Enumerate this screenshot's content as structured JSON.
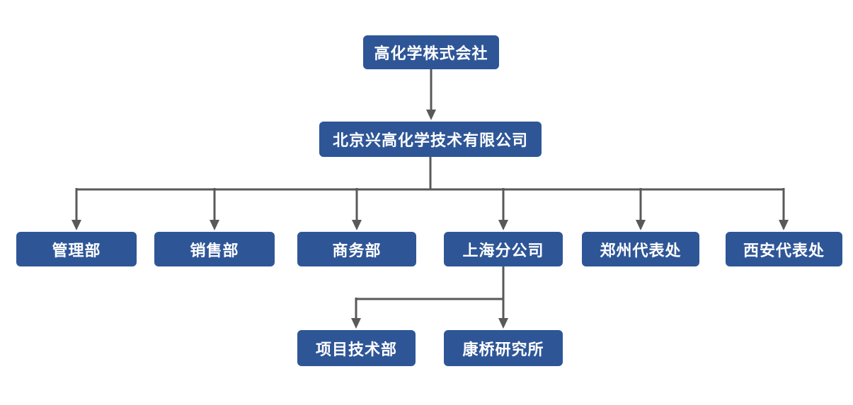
{
  "colors": {
    "node_fill": "#2E5697",
    "node_text": "#FFFFFF",
    "connector": "#595959",
    "background": "#FFFFFF"
  },
  "org": {
    "type": "org-chart",
    "nodes": [
      {
        "id": "root",
        "label": "高化学株式会社",
        "level": 1,
        "parent": null
      },
      {
        "id": "company",
        "label": "北京兴高化学技术有限公司",
        "level": 2,
        "parent": "root"
      },
      {
        "id": "admin-dept",
        "label": "管理部",
        "level": 3,
        "parent": "company"
      },
      {
        "id": "sales-dept",
        "label": "销售部",
        "level": 3,
        "parent": "company"
      },
      {
        "id": "business-dept",
        "label": "商务部",
        "level": 3,
        "parent": "company"
      },
      {
        "id": "shanghai-branch",
        "label": "上海分公司",
        "level": 3,
        "parent": "company"
      },
      {
        "id": "zhengzhou-office",
        "label": "郑州代表处",
        "level": 3,
        "parent": "company"
      },
      {
        "id": "xian-office",
        "label": "西安代表处",
        "level": 3,
        "parent": "company"
      },
      {
        "id": "project-tech-dept",
        "label": "项目技术部",
        "level": 4,
        "parent": "shanghai-branch"
      },
      {
        "id": "kangqiao-institute",
        "label": "康桥研究所",
        "level": 4,
        "parent": "shanghai-branch"
      }
    ],
    "edges": [
      [
        "root",
        "company"
      ],
      [
        "company",
        "admin-dept"
      ],
      [
        "company",
        "sales-dept"
      ],
      [
        "company",
        "business-dept"
      ],
      [
        "company",
        "shanghai-branch"
      ],
      [
        "company",
        "zhengzhou-office"
      ],
      [
        "company",
        "xian-office"
      ],
      [
        "shanghai-branch",
        "project-tech-dept"
      ],
      [
        "shanghai-branch",
        "kangqiao-institute"
      ]
    ]
  }
}
